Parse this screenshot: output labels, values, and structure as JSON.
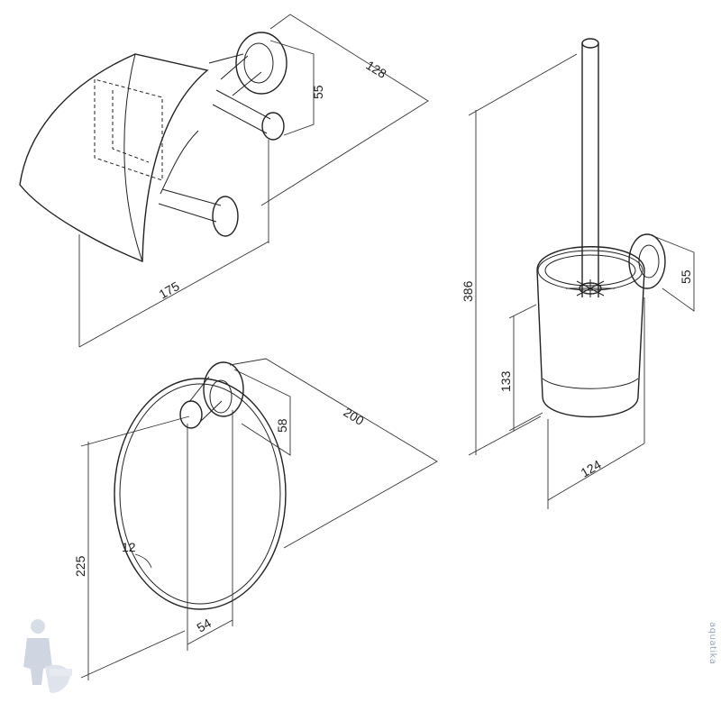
{
  "dimensions": {
    "paper_holder": {
      "depth": "128",
      "rosette": "55",
      "width": "175"
    },
    "toilet_brush": {
      "height": "386",
      "rosette": "55",
      "cup_height": "133",
      "depth": "124"
    },
    "towel_ring": {
      "depth": "200",
      "rosette": "58",
      "height": "225",
      "thickness": "12",
      "ring_offset": "54"
    }
  },
  "watermark": "aquatika"
}
